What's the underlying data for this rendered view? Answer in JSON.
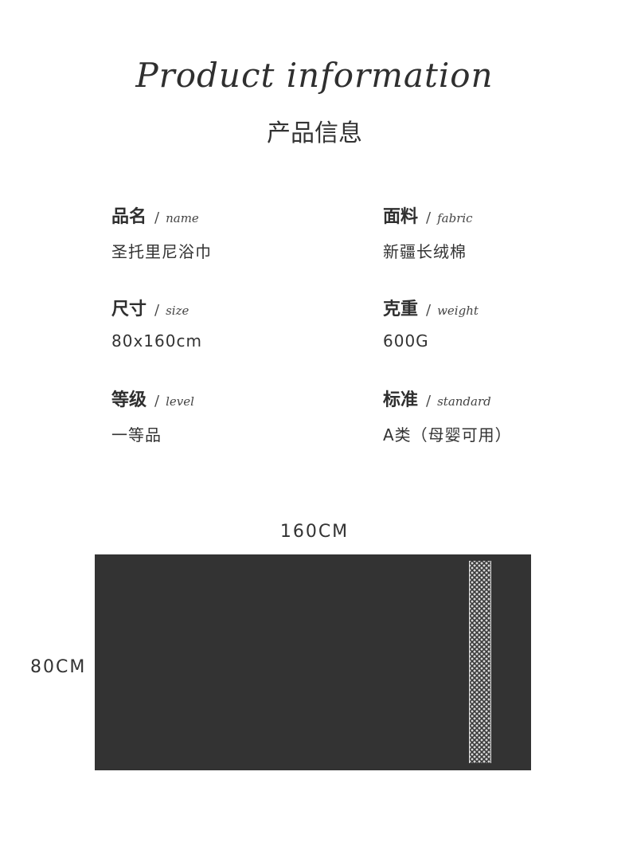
{
  "header": {
    "title_en": "Product information",
    "title_cn": "产品信息"
  },
  "specs": [
    {
      "label": "品名",
      "sep": "/",
      "label_en": "name",
      "value": "圣托里尼浴巾"
    },
    {
      "label": "面料",
      "sep": "/",
      "label_en": "fabric",
      "value": "新疆长绒棉"
    },
    {
      "label": "尺寸",
      "sep": "/",
      "label_en": "size",
      "value": "80x160cm"
    },
    {
      "label": "克重",
      "sep": "/",
      "label_en": "weight",
      "value": "600G"
    },
    {
      "label": "等级",
      "sep": "/",
      "label_en": "level",
      "value": "一等品"
    },
    {
      "label": "标准",
      "sep": "/",
      "label_en": "standard",
      "value": "A类（母婴可用）"
    }
  ],
  "diagram": {
    "width_label": "160CM",
    "height_label": "80CM",
    "towel_color": "#333333"
  }
}
